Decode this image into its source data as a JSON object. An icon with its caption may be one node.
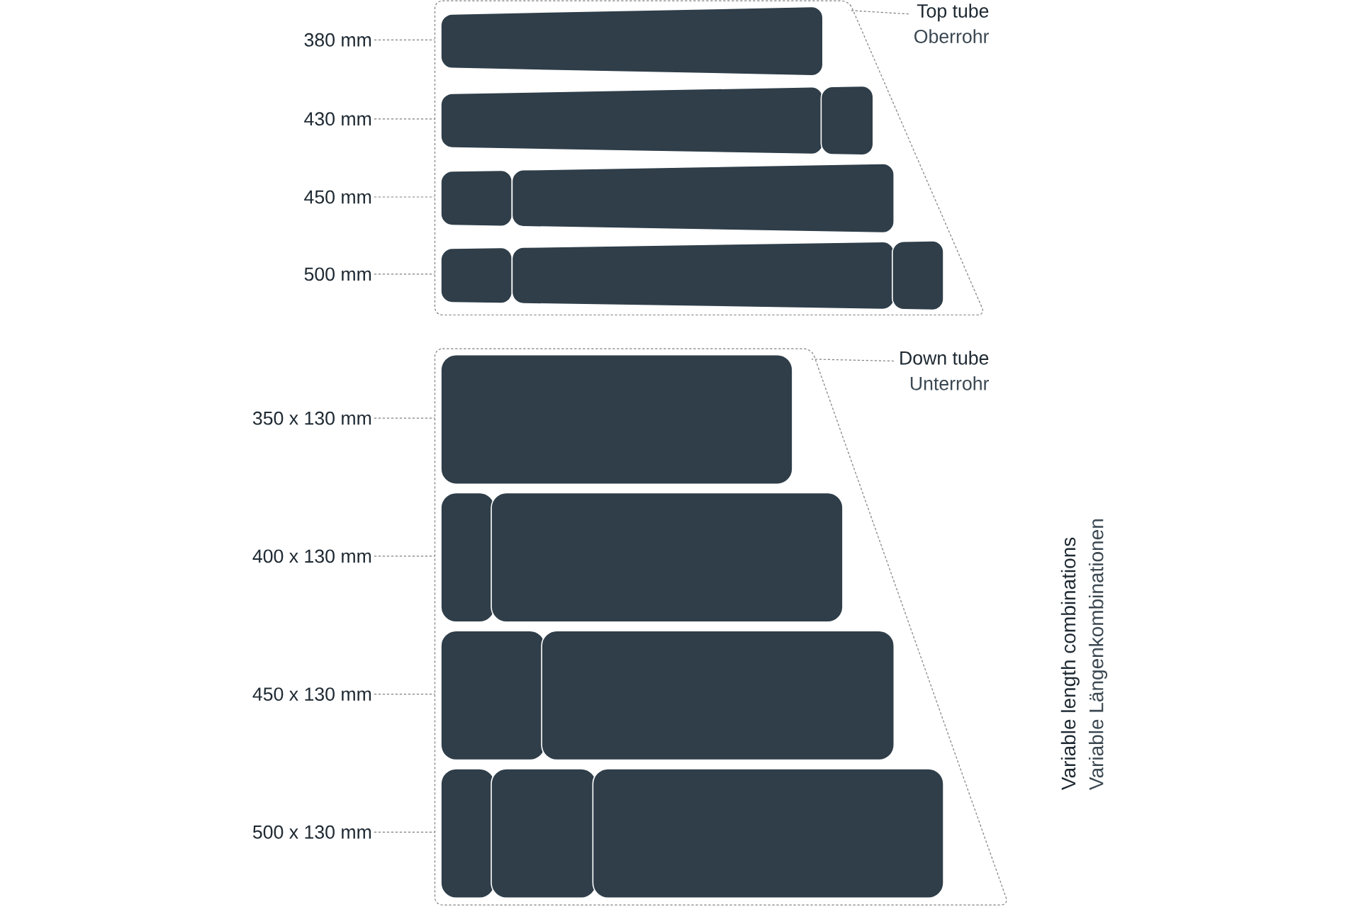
{
  "diagram": {
    "nodes": [
      {
        "text": [],
        "shape": "trapezoid"
      },
      {
        "text": [],
        "shape": "bar",
        "in": 0
      },
      {
        "text": [],
        "shape": "bar",
        "in": 0
      },
      {
        "text": [],
        "shape": "bar",
        "in": 0
      },
      {
        "text": [],
        "shape": "bar",
        "in": 0
      },
      {
        "text": [],
        "shape": "bar",
        "in": 0
      },
      {
        "text": [],
        "shape": "bar",
        "in": 0
      },
      {
        "text": [],
        "shape": "bar",
        "in": 0
      },
      {
        "text": [],
        "shape": "bar",
        "in": 0
      },
      {
        "text": [
          "Top tube",
          "Oberrohr"
        ]
      },
      {
        "text": [
          "380 mm"
        ]
      },
      {
        "text": [
          "430 mm"
        ]
      },
      {
        "text": [
          "450 mm"
        ]
      },
      {
        "text": [
          "500 mm"
        ]
      },
      {
        "text": [],
        "shape": "trapezoid"
      },
      {
        "text": [],
        "shape": "box",
        "in": 14
      },
      {
        "text": [],
        "shape": "box",
        "in": 14
      },
      {
        "text": [],
        "shape": "box",
        "in": 14
      },
      {
        "text": [],
        "shape": "box",
        "in": 14
      },
      {
        "text": [],
        "shape": "box",
        "in": 14
      },
      {
        "text": [],
        "shape": "box",
        "in": 14
      },
      {
        "text": [],
        "shape": "box",
        "in": 14
      },
      {
        "text": [],
        "shape": "box",
        "in": 14
      },
      {
        "text": [
          "Down tube",
          "Unterrohr"
        ]
      },
      {
        "text": [
          "350 x 130 mm"
        ]
      },
      {
        "text": [
          "400 x 130 mm"
        ]
      },
      {
        "text": [
          "450 x 130 mm"
        ]
      },
      {
        "text": [
          "500 x 130 mm"
        ]
      }
    ],
    "edges": [
      {
        "from": 9,
        "to": 0,
        "arrow": "none"
      },
      {
        "from": 10,
        "to": 0,
        "arrow": "none"
      },
      {
        "from": 11,
        "to": 0,
        "arrow": "none"
      },
      {
        "from": 12,
        "to": 0,
        "arrow": "none"
      },
      {
        "from": 13,
        "to": 0,
        "arrow": "none"
      },
      {
        "from": 23,
        "to": 14,
        "arrow": "none"
      },
      {
        "from": 24,
        "to": 14,
        "arrow": "none"
      },
      {
        "from": 25,
        "to": 14,
        "arrow": "none"
      },
      {
        "from": 26,
        "to": 14,
        "arrow": "none"
      },
      {
        "from": 27,
        "to": 14,
        "arrow": "none"
      }
    ],
    "labels": [
      "Variable length combinations",
      "Variable Längenkombinationen"
    ]
  }
}
